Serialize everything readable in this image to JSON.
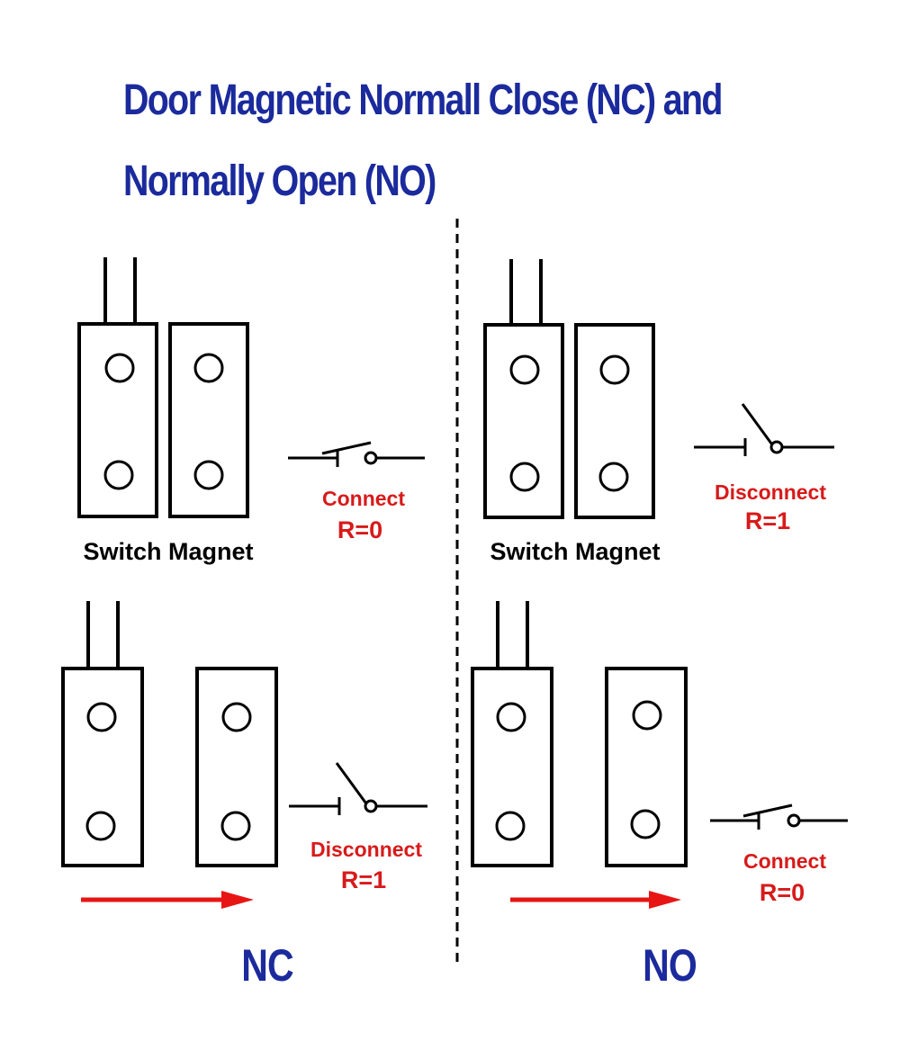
{
  "title": {
    "line1": "Door Magnetic Normall Close (NC) and",
    "line2": "Normally Open (NO)"
  },
  "labels": {
    "switch_magnet": "Switch Magnet",
    "connect": "Connect",
    "disconnect": "Disconnect",
    "r_zero": "R=0",
    "r_one": "R=1",
    "nc": "NC",
    "no": "NO"
  },
  "panels": {
    "nc_closed": {
      "state": "Connect",
      "resistance": "R=0"
    },
    "nc_apart": {
      "state": "Disconnect",
      "resistance": "R=1"
    },
    "no_closed": {
      "state": "Disconnect",
      "resistance": "R=1"
    },
    "no_apart": {
      "state": "Connect",
      "resistance": "R=0"
    }
  },
  "colors": {
    "title": "#1b2a9c",
    "state_text": "#d81a1a",
    "arrow": "#e81515",
    "stroke": "#000000"
  }
}
